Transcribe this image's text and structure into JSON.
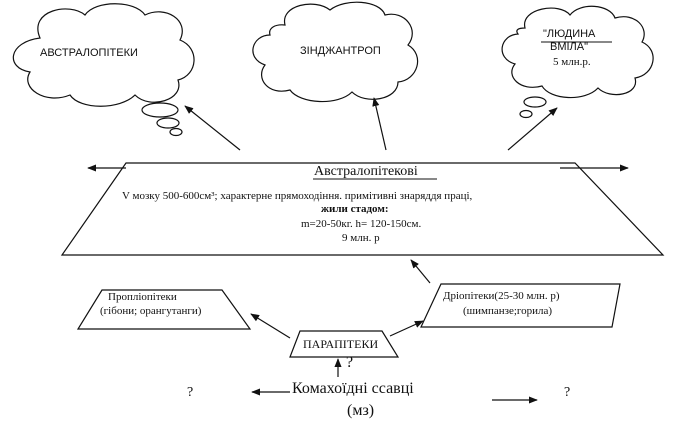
{
  "clouds": {
    "australopithecus": "АВСТРАЛОПІТЕКИ",
    "sinanthropus": "ЗІНДЖАНТРОП",
    "homo_habilis_line1": "\"ЛЮДИНА",
    "homo_habilis_line2": "ВМІЛА\"",
    "homo_habilis_age": "5 млн.р."
  },
  "central_box": {
    "title": "Австралопітекові",
    "line1": "V мозку 500-600см³; характерне прямоходіння. примітивні знаряддя праці,",
    "line2": "жили стадом:",
    "line3": "m=20-50кг. h= 120-150см.",
    "line4": "9 млн. р"
  },
  "propliopithecus": {
    "line1": "Пропліопітеки",
    "line2": "(гібони; орангутанги)"
  },
  "dryopithecus": {
    "line1": "Дріопітеки(25-30 млн. р)",
    "line2": "(шимпанзе;горила)"
  },
  "parapithecus": "ПАРАПІТЕКИ",
  "question_mark": "?",
  "bottom": {
    "title": "Комахоїдні ссавці",
    "subtitle": "(мз)",
    "left_q": "?",
    "right_q": "?"
  }
}
